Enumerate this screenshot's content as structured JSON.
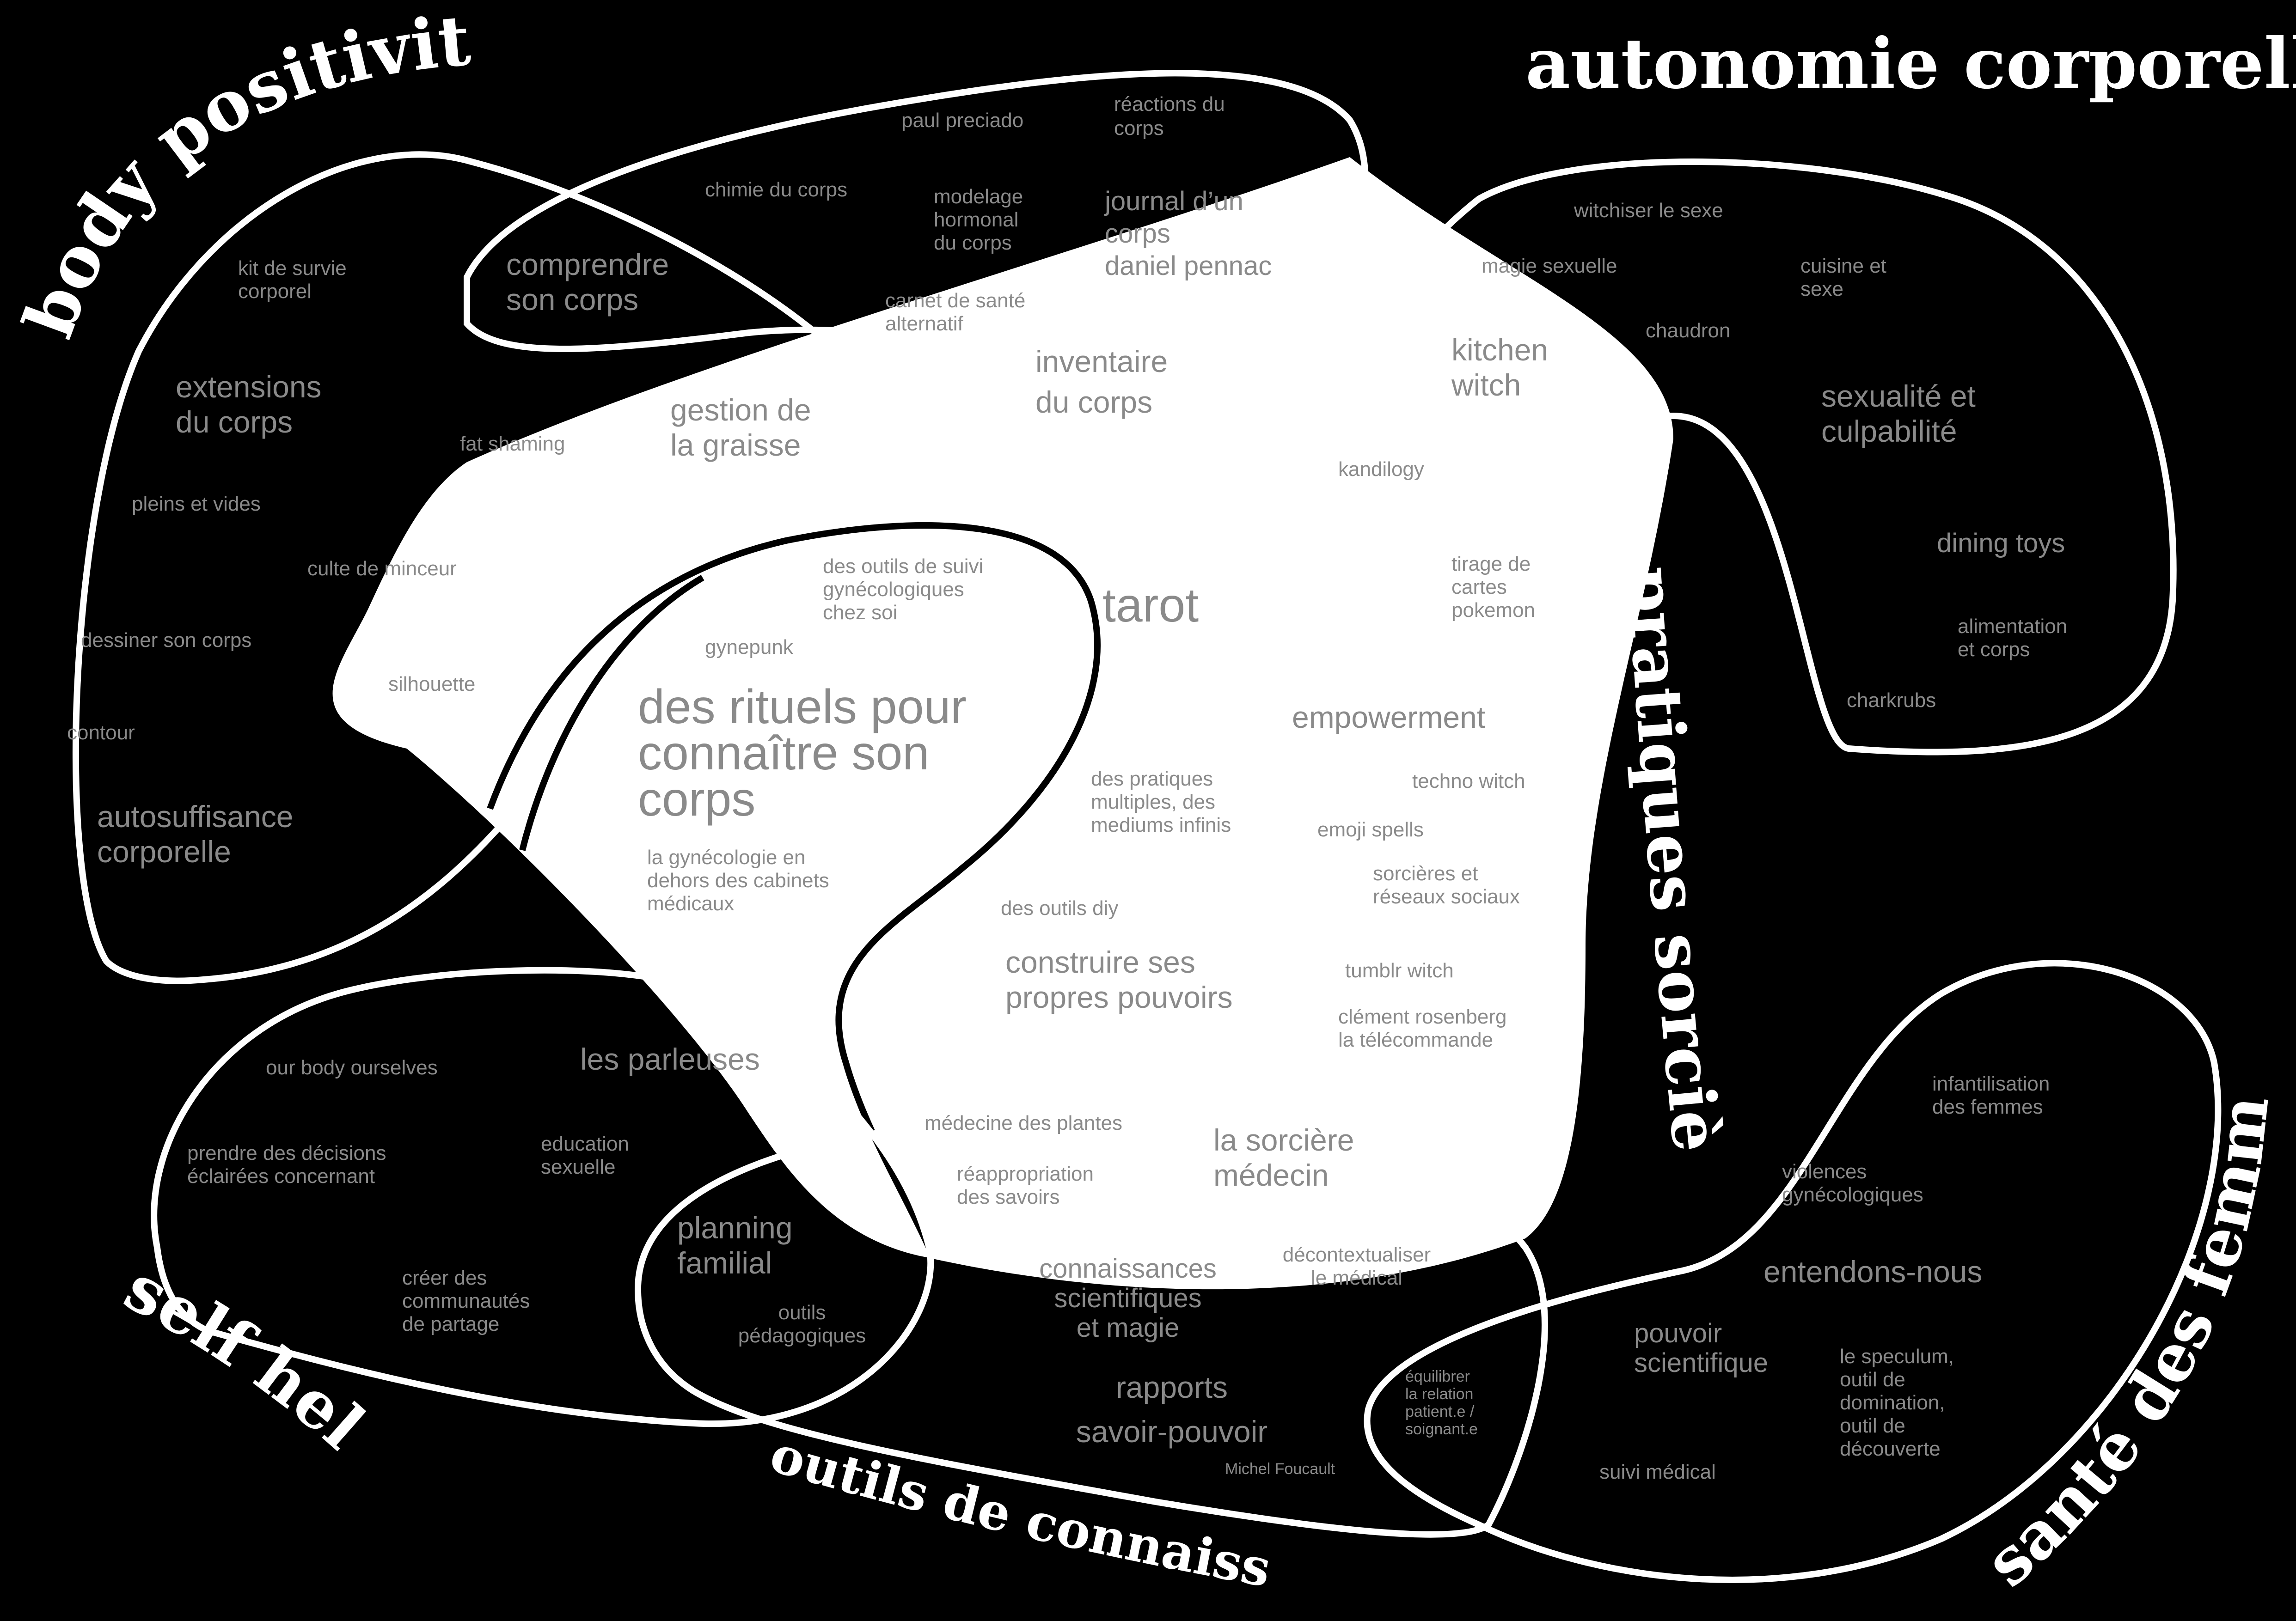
{
  "headings": {
    "body_positivity": "body positivity",
    "autonomie": "autonomie corporelle",
    "pratiques": "pratiques sorcières",
    "self_help": "self help",
    "outils": "outils de connaissances",
    "sante": "santé des femmes"
  },
  "terms": {
    "paul_preciado": "paul preciado",
    "reactions_1": "réactions du",
    "reactions_2": "corps",
    "chimie": "chimie du corps",
    "modelage_1": "modelage",
    "modelage_2": "hormonal",
    "modelage_3": "du corps",
    "journal_1": "journal d’un",
    "journal_2": "corps",
    "journal_3": "daniel pennac",
    "comprendre_1": "comprendre",
    "comprendre_2": "son corps",
    "carnet_1": "carnet de santé",
    "carnet_2": "alternatif",
    "kit_1": "kit de survie",
    "kit_2": "corporel",
    "extensions_1": "extensions",
    "extensions_2": "du corps",
    "inventaire_1": "inventaire",
    "inventaire_2": "du corps",
    "gestion_1": "gestion de",
    "gestion_2": "la graisse",
    "fat_shaming": "fat shaming",
    "pleins": "pleins et vides",
    "culte": "culte de minceur",
    "dessiner": "dessiner son corps",
    "silhouette": "silhouette",
    "contour": "contour",
    "autosuffisance_1": "autosuffisance",
    "autosuffisance_2": "corporelle",
    "suivi_gyn_1": "des outils de suivi",
    "suivi_gyn_2": "gynécologiques",
    "suivi_gyn_3": "chez soi",
    "gynepunk": "gynepunk",
    "tarot": "tarot",
    "rituels_1": "des rituels pour",
    "rituels_2": "connaître son",
    "rituels_3": "corps",
    "gyneco_1": "la gynécologie en",
    "gyneco_2": "dehors des cabinets",
    "gyneco_3": "médicaux",
    "witchiser": "witchiser le sexe",
    "magie_sexuelle": "magie sexuelle",
    "cuisine_1": "cuisine et",
    "cuisine_2": "sexe",
    "chaudron": "chaudron",
    "kitchen_1": "kitchen",
    "kitchen_2": "witch",
    "sexualite_1": "sexualité et",
    "sexualite_2": "culpabilité",
    "kandilogy": "kandilogy",
    "tirage_1": "tirage de",
    "tirage_2": "cartes",
    "tirage_3": "pokemon",
    "dining": "dining toys",
    "alimentation_1": "alimentation",
    "alimentation_2": "et corps",
    "charkrubs": "charkrubs",
    "empowerment": "empowerment",
    "pratiques_mult_1": "des pratiques",
    "pratiques_mult_2": "multiples, des",
    "pratiques_mult_3": "mediums infinis",
    "techno": "techno witch",
    "emoji": "emoji spells",
    "sorcieres_1": "sorcières et",
    "sorcieres_2": "réseaux sociaux",
    "diy": "des outils diy",
    "construire_1": "construire ses",
    "construire_2": "propres pouvoirs",
    "tumblr": "tumblr witch",
    "clement_1": "clément rosenberg",
    "clement_2": "la télécommande",
    "our_body": "our body ourselves",
    "parleuses": "les parleuses",
    "prendre_1": "prendre des décisions",
    "prendre_2": "éclairées concernant",
    "education_1": "education",
    "education_2": "sexuelle",
    "medecine_plantes": "médecine des plantes",
    "sorciere_med_1": "la sorcière",
    "sorciere_med_2": "médecin",
    "reappropriation_1": "réappropriation",
    "reappropriation_2": "des savoirs",
    "creer_1": "créer des",
    "creer_2": "communautés",
    "creer_3": "de partage",
    "planning_1": "planning",
    "planning_2": "familial",
    "connaissances_1": "connaissances",
    "connaissances_2": "scientifiques",
    "connaissances_3": "et magie",
    "decontext_1": "décontextualiser",
    "decontext_2": "le médical",
    "outils_ped_1": "outils",
    "outils_ped_2": "pédagogiques",
    "rapports_1": "rapports",
    "rapports_2": "savoir-pouvoir",
    "foucault": "Michel Foucault",
    "equilibrer_1": "équilibrer",
    "equilibrer_2": "la relation",
    "equilibrer_3": "patient.e /",
    "equilibrer_4": "soignant.e",
    "infantilisation_1": "infantilisation",
    "infantilisation_2": "des femmes",
    "violences_1": "violences",
    "violences_2": "gynécologiques",
    "entendons": "entendons-nous",
    "pouvoir_sci_1": "pouvoir",
    "pouvoir_sci_2": "scientifique",
    "speculum_1": "le speculum,",
    "speculum_2": "outil de",
    "speculum_3": "domination,",
    "speculum_4": "outil de",
    "speculum_5": "découverte",
    "suivi_medical": "suivi médical"
  },
  "colors": {
    "background": "#000000",
    "ink": "#ffffff",
    "term": "#8a8a8a"
  }
}
